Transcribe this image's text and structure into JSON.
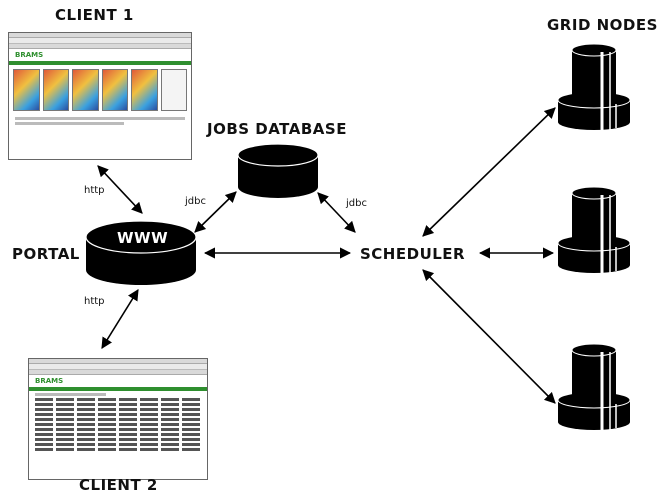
{
  "labels": {
    "client1": "CLIENT 1",
    "client2": "CLIENT 2",
    "jobs_db": "JOBS DATABASE",
    "grid_nodes": "GRID NODES",
    "portal": "PORTAL",
    "scheduler": "SCHEDULER",
    "www": "WWW"
  },
  "edges": {
    "http1": "http",
    "http2": "http",
    "jdbc1": "jdbc",
    "jdbc2": "jdbc"
  },
  "client1": {
    "logo": "BRAMS"
  },
  "client2": {
    "logo": "BRAMS"
  },
  "colors": {
    "ink": "#000000",
    "accent": "#2f8f2f"
  }
}
